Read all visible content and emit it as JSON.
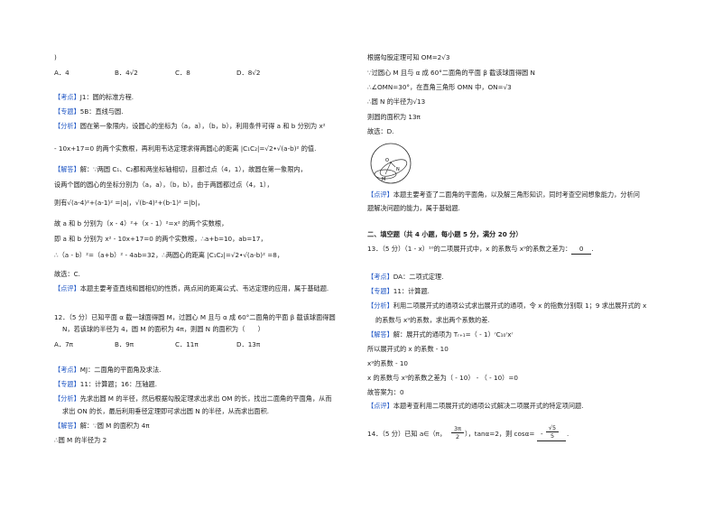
{
  "left": {
    "l01": ")",
    "opt_a": "A．4",
    "opt_b": "B．4√2",
    "opt_c": "C．8",
    "opt_d": "D．8√2",
    "kaodian_tag": "【考点】",
    "kaodian": "J1：圆的标准方程.",
    "zhuanti_tag": "【专题】",
    "zhuanti": "5B：直线与圆.",
    "fenxi_tag": "【分析】",
    "fenxi1": "圆在第一象限内，设圆心的坐标为（a，a），（b，b），利用条件可得 a 和 b 分别为 x²",
    "fenxi2": "- 10x+17=0 的两个实数根，再利用韦达定理求得两圆心的距离 |C₁C₂|=√2•√(a-b)² 的值.",
    "jieda_tag": "【解答】",
    "jieda1": "解：∵两圆 C₁、C₂都和两坐标轴相切，且都过点（4，1），故圆在第一象限内，",
    "jieda2": "设两个圆的圆心的坐标分别为（a，a），（b，b），由于两圆都过点（4，1），",
    "jieda3": "则有√(a-4)²+(a-1)² =|a|，√(b-4)²+(b-1)² =|b|，",
    "jieda4": "故 a 和 b 分别为（x - 4）²+（x - 1）²=x² 的两个实数根，",
    "jieda5": "即 a 和 b 分别为 x² - 10x+17=0 的两个实数根，∴a+b=10，ab=17，",
    "jieda6": "∴（a - b）²=（a+b）² - 4ab=32，∴两圆心的距离 |C₁C₂|=√2•√(a-b)² =8，",
    "jieda7": "故选：C.",
    "dianping_tag": "【点评】",
    "dianping": "本题主要考查直线和圆相切的性质，两点间的距离公式、韦达定理的应用，属于基础题.",
    "q12_1": "12．（5 分）已知平面 α 截一球面得圆 M，过圆心 M 且与 α 成 60°二面角的平面 β 截该球面得圆",
    "q12_2": "N，若该球的半径为 4，圆 M 的面积为 4π，则圆 N 的面积为（　　）",
    "q12_a": "A．7π",
    "q12_b": "B．9π",
    "q12_c": "C．11π",
    "q12_d": "D．13π",
    "kd2_tag": "【考点】",
    "kd2": "MJ：二面角的平面角及求法.",
    "zt2_tag": "【专题】",
    "zt2": "11：计算题；16：压轴题.",
    "fx2_tag": "【分析】",
    "fx2_1": "先求出圆 M 的半径，然后根据勾股定理求出求出 OM 的长，找出二面角的平面角，从而",
    "fx2_2": "求出 ON 的长，最后利用垂径定理即可求出圆 N 的半径，从而求出面积.",
    "jd2_tag": "【解答】",
    "jd2_1": "解：∵圆 M 的面积为 4π",
    "jd2_2": "∴圆 M 的半径为 2"
  },
  "right": {
    "r01": "根据勾股定理可知 OM=2√3",
    "r02": "∵过圆心 M 且与 α 成 60°二面角的平面 β 截该球面得圆 N",
    "r03": "∴∠OMN=30°，在直角三角形 OMN 中，ON=√3",
    "r04": "∴圆 N 的半径为√13",
    "r05": "则圆的面积为 13π",
    "r06": "故选：D.",
    "figure_labels": {
      "o": "O",
      "m": "M",
      "n": "N"
    },
    "dp2_tag": "【点评】",
    "dp2_1": "本题主要考查了二面角的平面角，以及解三角形知识，同时考查空间想象能力，分析问",
    "dp2_2": "题解决问题的能力，属于基础题.",
    "section": "二、填空题（共 4 小题，每小题 5 分，满分 20 分）",
    "q13": "13．（5 分）（1 - x）¹⁰的二项展开式中，x 的系数与 x⁹的系数之差为：",
    "q13_ans": "0",
    "kd3_tag": "【考点】",
    "kd3": "DA：二项式定理.",
    "zt3_tag": "【专题】",
    "zt3": "11：计算题.",
    "fx3_tag": "【分析】",
    "fx3_1": "利用二项展开式的通项公式求出展开式的通项，令 x 的指数分别取 1；9 求出展开式的 x",
    "fx3_2": "的系数与 x⁹的系数，求出两个系数的差.",
    "jd3_tag": "【解答】",
    "jd3_1": "解：展开式的通项为 Tᵣ₊₁=（ - 1）ʳC₁₀ʳxʳ",
    "jd3_2": "所以展开式的 x 的系数 - 10",
    "jd3_3": "x⁹的系数 - 10",
    "jd3_4": "x 的系数与 x⁹的系数之差为（ - 10） - （ - 10）=0",
    "jd3_5": "故答案为：0",
    "dp3_tag": "【点评】",
    "dp3": "本题考查利用二项展开式的通项公式解决二项展开式的特定项问题.",
    "q14_pre": "14．（5 分）已知 a∈（π，",
    "q14_frac_num": "3π",
    "q14_frac_den": "2",
    "q14_mid": "），tanα=2，则 cosα=",
    "q14_ans_num": "√5",
    "q14_ans_den": "5",
    "q14_ans_sign": "-",
    "q14_end": "."
  }
}
